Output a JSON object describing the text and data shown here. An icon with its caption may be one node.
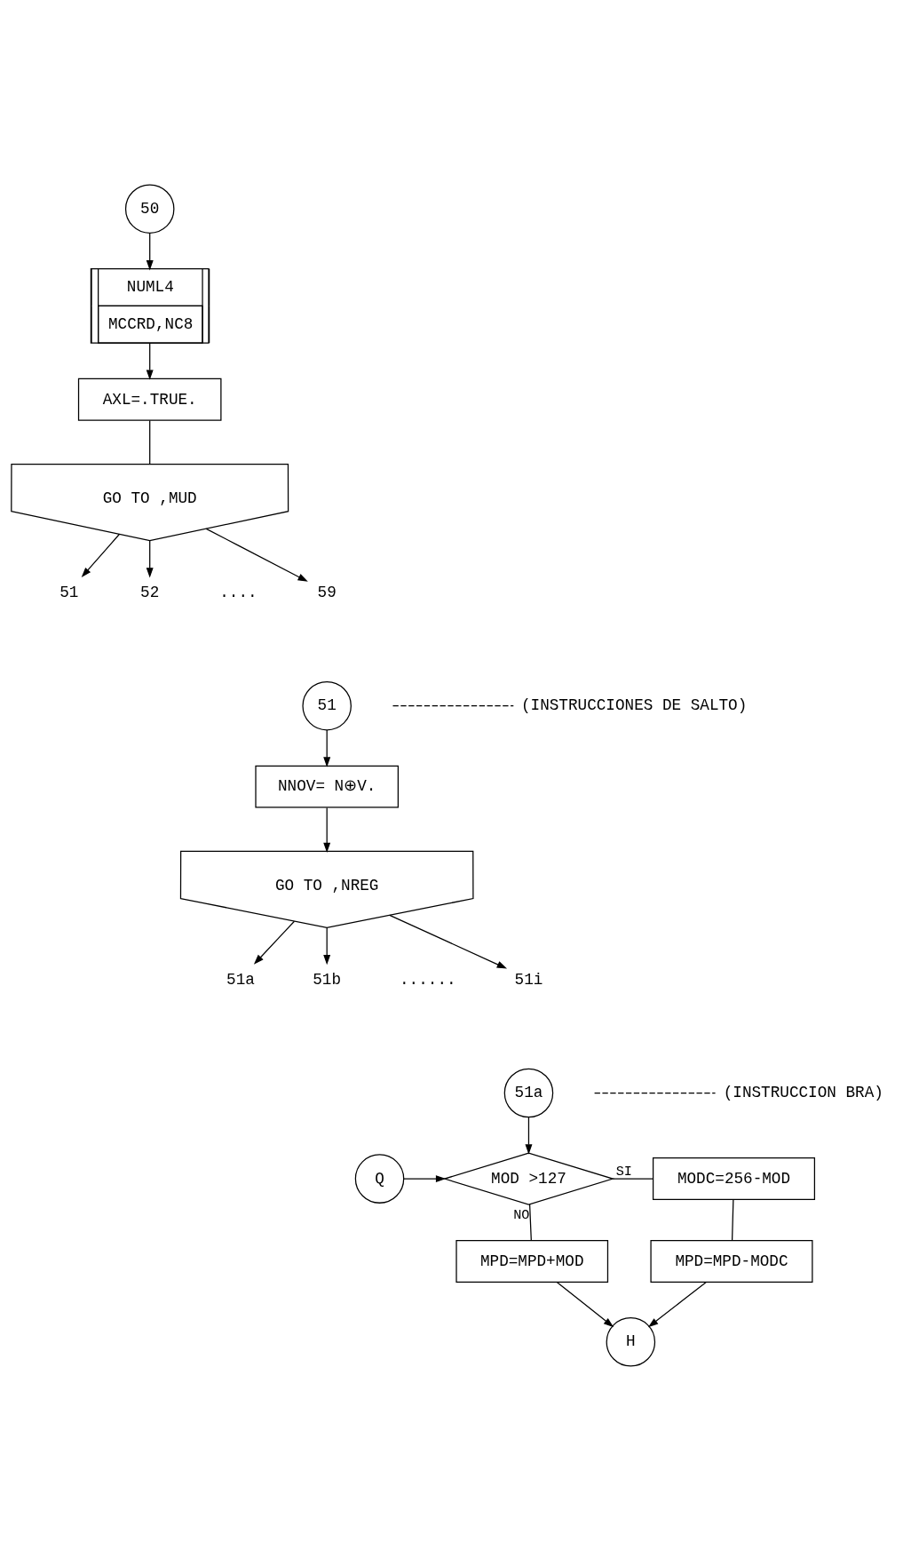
{
  "diagram": {
    "nodes": [
      {
        "text": [
          "50"
        ]
      },
      {
        "text": [
          "NUML4",
          "MCCRD,NC8"
        ]
      },
      {
        "text": [
          "AXL=.TRUE."
        ]
      },
      {
        "text": [
          "GO TO ,MUD"
        ]
      },
      {
        "text": [
          "51"
        ]
      },
      {
        "text": [
          "52"
        ]
      },
      {
        "text": [
          "59"
        ]
      },
      {
        "text": [
          "51"
        ]
      },
      {
        "text": [
          "(INSTRUCCIONES DE SALTO)"
        ]
      },
      {
        "text": [
          "NNOV= N⊕V."
        ]
      },
      {
        "text": [
          "GO TO ,NREG"
        ]
      },
      {
        "text": [
          "51a"
        ]
      },
      {
        "text": [
          "51b"
        ]
      },
      {
        "text": [
          "51i"
        ]
      },
      {
        "text": [
          "51a"
        ]
      },
      {
        "text": [
          "Q"
        ]
      },
      {
        "text": [
          "(INSTRUCCION BRA)"
        ]
      },
      {
        "text": [
          "MOD >127"
        ]
      },
      {
        "text": [
          "MODC=256-MOD"
        ]
      },
      {
        "text": [
          "MPD=MPD+MOD"
        ]
      },
      {
        "text": [
          "MPD=MPD-MODC"
        ]
      },
      {
        "text": [
          "H"
        ]
      }
    ],
    "edges": [
      {
        "from": 0,
        "to": 1,
        "arrow": "to"
      },
      {
        "from": 1,
        "to": 2,
        "arrow": "to"
      },
      {
        "from": 2,
        "to": 3,
        "arrow": "none"
      },
      {
        "from": 3,
        "to": 4,
        "arrow": "to"
      },
      {
        "from": 3,
        "to": 5,
        "arrow": "to"
      },
      {
        "from": 3,
        "to": 6,
        "arrow": "to"
      },
      {
        "from": 7,
        "to": 9,
        "arrow": "to"
      },
      {
        "from": 8,
        "to": null,
        "arrow": "none",
        "style": "dashed"
      },
      {
        "from": 9,
        "to": 10,
        "arrow": "to"
      },
      {
        "from": 10,
        "to": 11,
        "arrow": "to"
      },
      {
        "from": 10,
        "to": 12,
        "arrow": "to"
      },
      {
        "from": 10,
        "to": 13,
        "arrow": "to"
      },
      {
        "from": 14,
        "to": 17,
        "arrow": "to"
      },
      {
        "from": 15,
        "to": 17,
        "arrow": "to"
      },
      {
        "from": 16,
        "to": null,
        "arrow": "none",
        "style": "dashed"
      },
      {
        "from": 17,
        "to": 18,
        "arrow": "none",
        "label": "SI"
      },
      {
        "from": 17,
        "to": 19,
        "arrow": "none",
        "label": "NO"
      },
      {
        "from": 18,
        "to": 20,
        "arrow": "none"
      },
      {
        "from": 19,
        "to": 21,
        "arrow": "to"
      },
      {
        "from": 20,
        "to": 21,
        "arrow": "to"
      }
    ],
    "labels": [
      "....",
      "......"
    ]
  }
}
